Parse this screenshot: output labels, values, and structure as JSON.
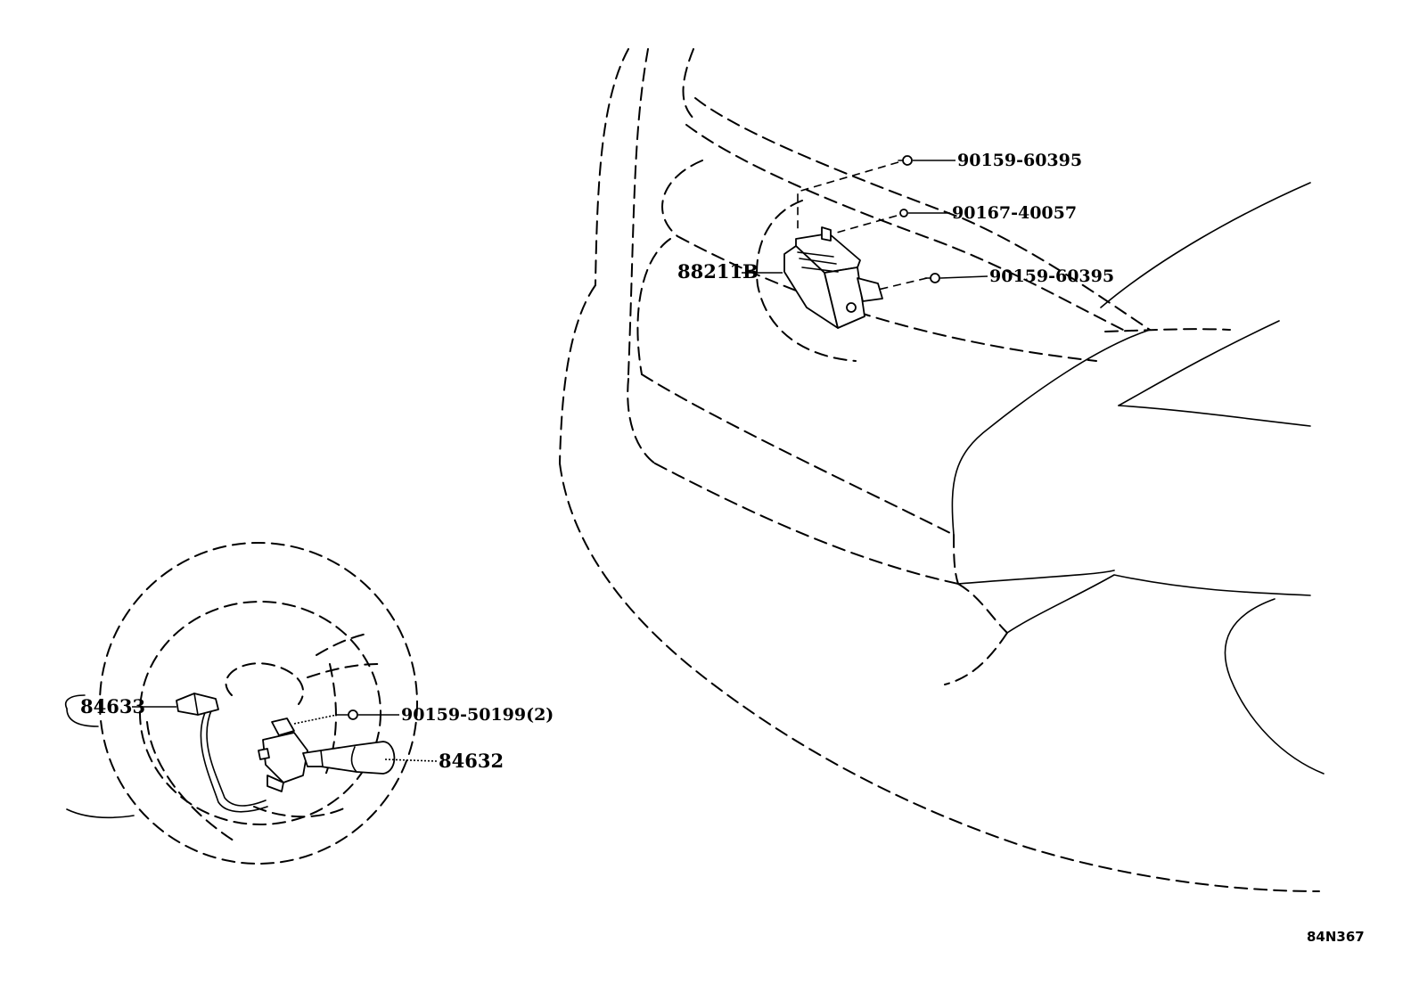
{
  "diagram": {
    "reference_code": "84N367",
    "callouts": [
      {
        "id": "bolt-upper",
        "label": "90159-60395"
      },
      {
        "id": "nut",
        "label": "90167-40057"
      },
      {
        "id": "bolt-lower",
        "label": "90159-60395"
      },
      {
        "id": "radar-sensor",
        "label": "88211B"
      },
      {
        "id": "switch-connector",
        "label": "84633"
      },
      {
        "id": "screw",
        "label": "90159-50199(2)"
      },
      {
        "id": "cruise-switch",
        "label": "84632"
      }
    ]
  }
}
